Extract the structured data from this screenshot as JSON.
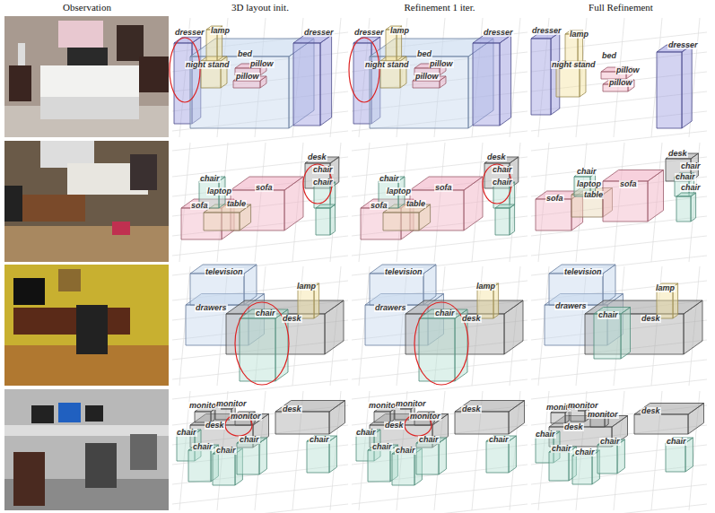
{
  "diagram": {
    "labels": [
      "Observation",
      "3D layout init.",
      "Refinement 1 iter.",
      "Full Refinement",
      "dresser",
      "lamp",
      "night stand",
      "bed",
      "pillow",
      "pillow",
      "dresser",
      "dresser",
      "lamp",
      "night stand",
      "bed",
      "pillow",
      "pillow",
      "dresser",
      "dresser",
      "lamp",
      "bed",
      "night stand",
      "pillow",
      "pillow",
      "dresser",
      "desk",
      "chair",
      "chair",
      "chair",
      "laptop",
      "sofa",
      "sofa",
      "table",
      "desk",
      "chair",
      "chair",
      "chair",
      "laptop",
      "sofa",
      "sofa",
      "table",
      "desk",
      "chair",
      "chair",
      "chair",
      "chair",
      "sofa",
      "laptop",
      "table",
      "sofa",
      "television",
      "lamp",
      "drawers",
      "chair",
      "desk",
      "television",
      "lamp",
      "drawers",
      "chair",
      "desk",
      "television",
      "lamp",
      "drawers",
      "chair",
      "desk",
      "monitor",
      "monitor",
      "monitor",
      "desk",
      "desk",
      "chair",
      "chair",
      "chair",
      "chair",
      "chair",
      "monitor",
      "monitor",
      "monitor",
      "desk",
      "desk",
      "chair",
      "chair",
      "chair",
      "chair",
      "chair",
      "monitor",
      "monitor",
      "monitor",
      "desk",
      "desk",
      "chair",
      "chair",
      "chair",
      "chair",
      "chair"
    ]
  }
}
